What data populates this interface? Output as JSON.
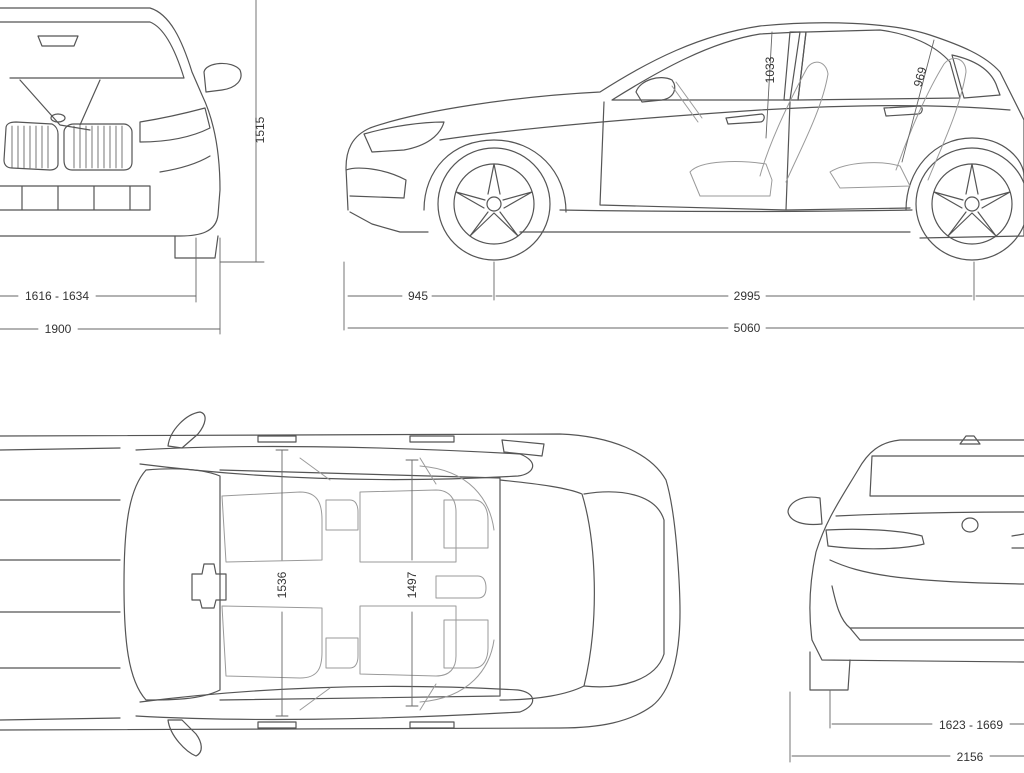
{
  "colors": {
    "line": "#555555",
    "dim": "#666666",
    "interior": "#9a9a9a",
    "text": "#333333",
    "background": "#ffffff"
  },
  "views": {
    "front": {
      "track_width": "1616 - 1634",
      "overall_width": "1900",
      "height": "1515"
    },
    "side": {
      "front_overhang": "945",
      "wheelbase": "2995",
      "length": "5060",
      "front_headroom": "1033",
      "rear_headroom": "969"
    },
    "top": {
      "front_shoulder_width": "1536",
      "rear_shoulder_width": "1497"
    },
    "rear": {
      "track_width": "1623 - 1669",
      "width_with_mirrors": "2156"
    }
  }
}
